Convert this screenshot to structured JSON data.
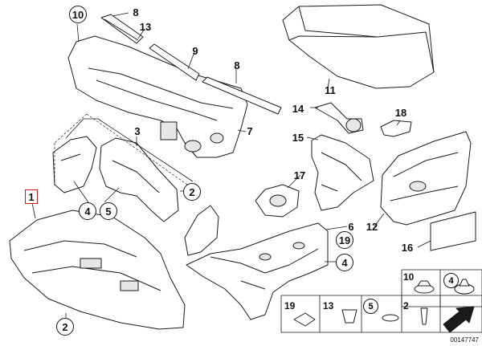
{
  "callouts": {
    "c1": "1",
    "c2a": "2",
    "c2b": "2",
    "c3": "3",
    "c4a": "4",
    "c4b": "4",
    "c5": "5",
    "c6": "6",
    "c7": "7",
    "c8a": "8",
    "c8b": "8",
    "c9": "9",
    "c10": "10",
    "c11": "11",
    "c12": "12",
    "c13": "13",
    "c14": "14",
    "c15": "15",
    "c16": "16",
    "c17": "17",
    "c18": "18",
    "c19": "19"
  },
  "hardware": {
    "h10": "10",
    "h4": "4",
    "h19": "19",
    "h13": "13",
    "h5": "5",
    "h2": "2"
  },
  "footer": {
    "diagram_id": "00147747"
  },
  "colors": {
    "line": "#1a1a1a",
    "highlight": "#d9141b",
    "fill": "#ffffff",
    "shade": "#e6e6e6"
  }
}
